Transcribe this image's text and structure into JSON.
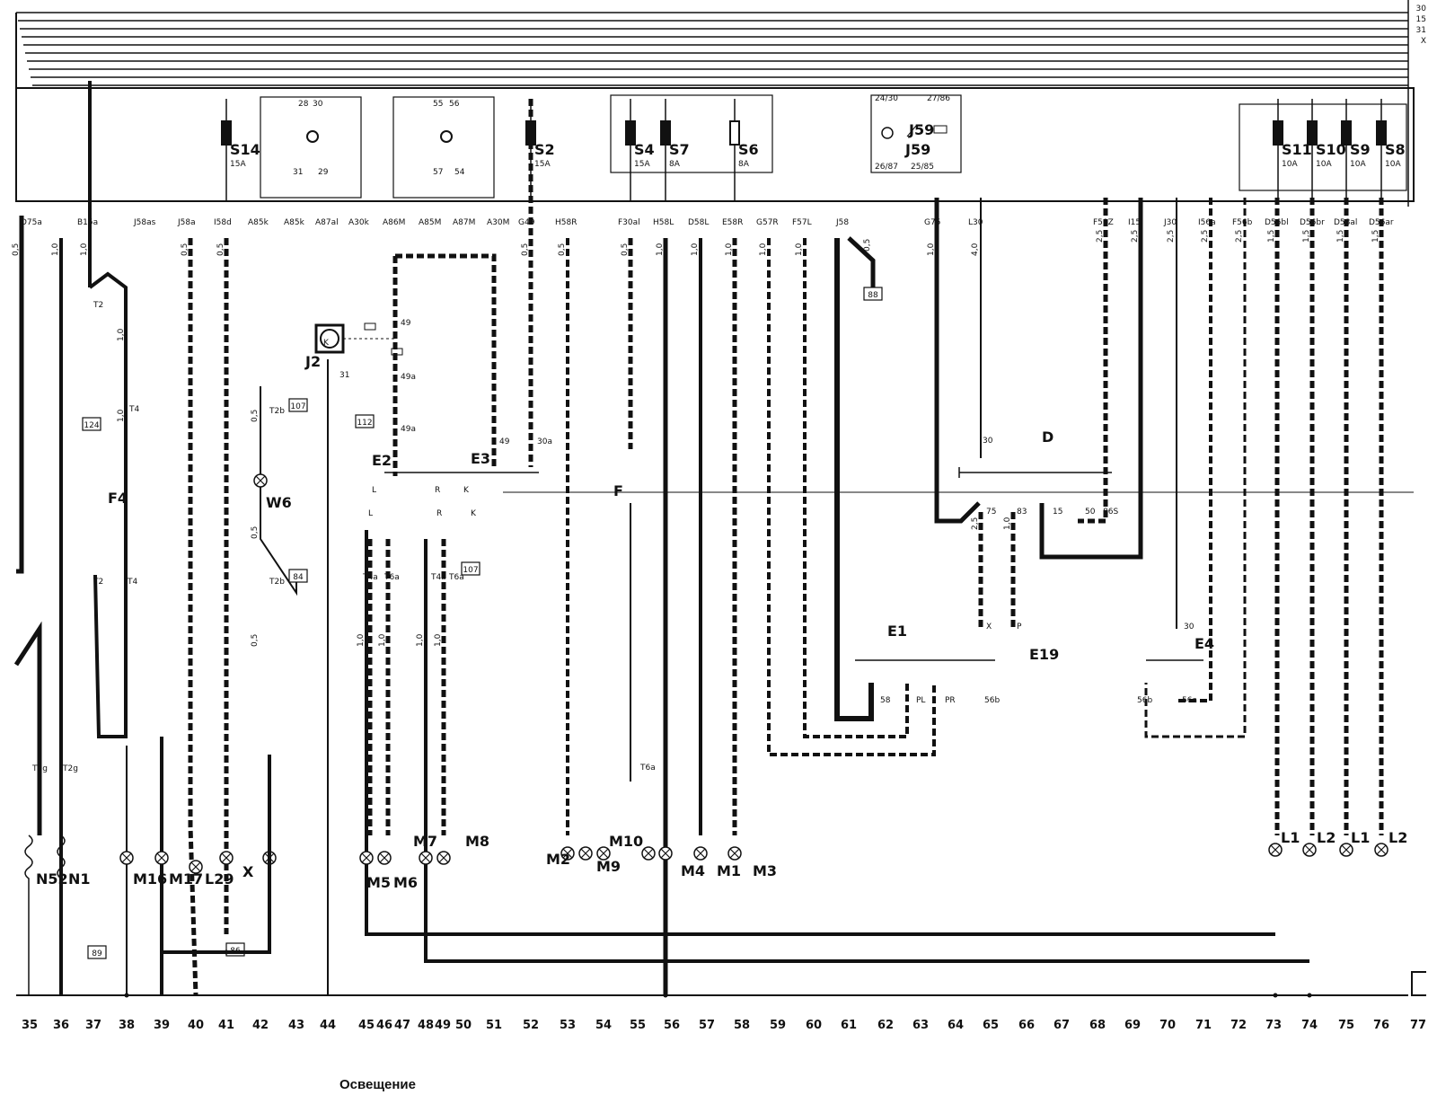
{
  "caption": "Освещение",
  "bus_labels": [
    "30",
    "15",
    "31",
    "X"
  ],
  "fuses": [
    {
      "name": "S14",
      "rating": "15A"
    },
    {
      "name": "S2",
      "rating": "15A"
    },
    {
      "name": "S4",
      "rating": "15A"
    },
    {
      "name": "S7",
      "rating": "8A"
    },
    {
      "name": "S6",
      "rating": "8A"
    },
    {
      "name": "S11",
      "rating": "10A"
    },
    {
      "name": "S10",
      "rating": "10A"
    },
    {
      "name": "S9",
      "rating": "10A"
    },
    {
      "name": "S8",
      "rating": "10A"
    }
  ],
  "terminals": [
    "D75a",
    "B15a",
    "J58as",
    "J58a",
    "I58d",
    "A85k",
    "A85k",
    "A87al",
    "A30k",
    "A86M",
    "A85M",
    "A87M",
    "A30M",
    "G49",
    "H58R",
    "F30al",
    "H58L",
    "D58L",
    "E58R",
    "G57R",
    "F57L",
    "J58",
    "G75",
    "L30",
    "F50Z",
    "I15",
    "J30",
    "I56a",
    "F56b",
    "D56bl",
    "D56br",
    "D58al",
    "D56ar"
  ],
  "components": [
    "T2",
    "T4",
    "F4",
    "T2",
    "T4",
    "T2g",
    "T2g",
    "N52",
    "N1",
    "M16",
    "M17",
    "L29",
    "X",
    "W6",
    "T2b",
    "T2b",
    "K",
    "J2",
    "E2",
    "E3",
    "L",
    "R",
    "K",
    "T4a",
    "T6a",
    "T4b",
    "T6a",
    "M5",
    "M6",
    "M7",
    "M8",
    "F",
    "T6a",
    "M2",
    "M10",
    "M9",
    "M4",
    "M1",
    "M3",
    "D",
    "E1",
    "E19",
    "E4",
    "J59",
    "L1",
    "L2",
    "L1",
    "L2"
  ],
  "relays": [
    "J59"
  ],
  "module_pins": {
    "m1": [
      "28",
      "30",
      "31",
      "29"
    ],
    "m2": [
      "55",
      "56",
      "57",
      "54"
    ],
    "j59": [
      "24/30",
      "27/86",
      "26/87",
      "25/85"
    ]
  },
  "pin_labels": [
    "49",
    "49a",
    "49a",
    "31",
    "49",
    "30a",
    "30",
    "75",
    "83",
    "15",
    "50",
    "86S",
    "X",
    "P",
    "30",
    "58",
    "PL",
    "PR",
    "56b",
    "56b",
    "56a",
    "L",
    "R",
    "K"
  ],
  "connector_boxes": [
    "124",
    "107",
    "84",
    "107",
    "112",
    "89",
    "86",
    "88"
  ],
  "wire_sizes": [
    "0,5",
    "1,0",
    "2,5",
    "4,0",
    "1,5"
  ],
  "column_numbers": [
    35,
    36,
    37,
    38,
    39,
    40,
    41,
    42,
    43,
    44,
    45,
    46,
    47,
    48,
    49,
    50,
    51,
    52,
    53,
    54,
    55,
    56,
    57,
    58,
    59,
    60,
    61,
    62,
    63,
    64,
    65,
    66,
    67,
    68,
    69,
    70,
    71,
    72,
    73,
    74,
    75,
    76,
    77
  ]
}
